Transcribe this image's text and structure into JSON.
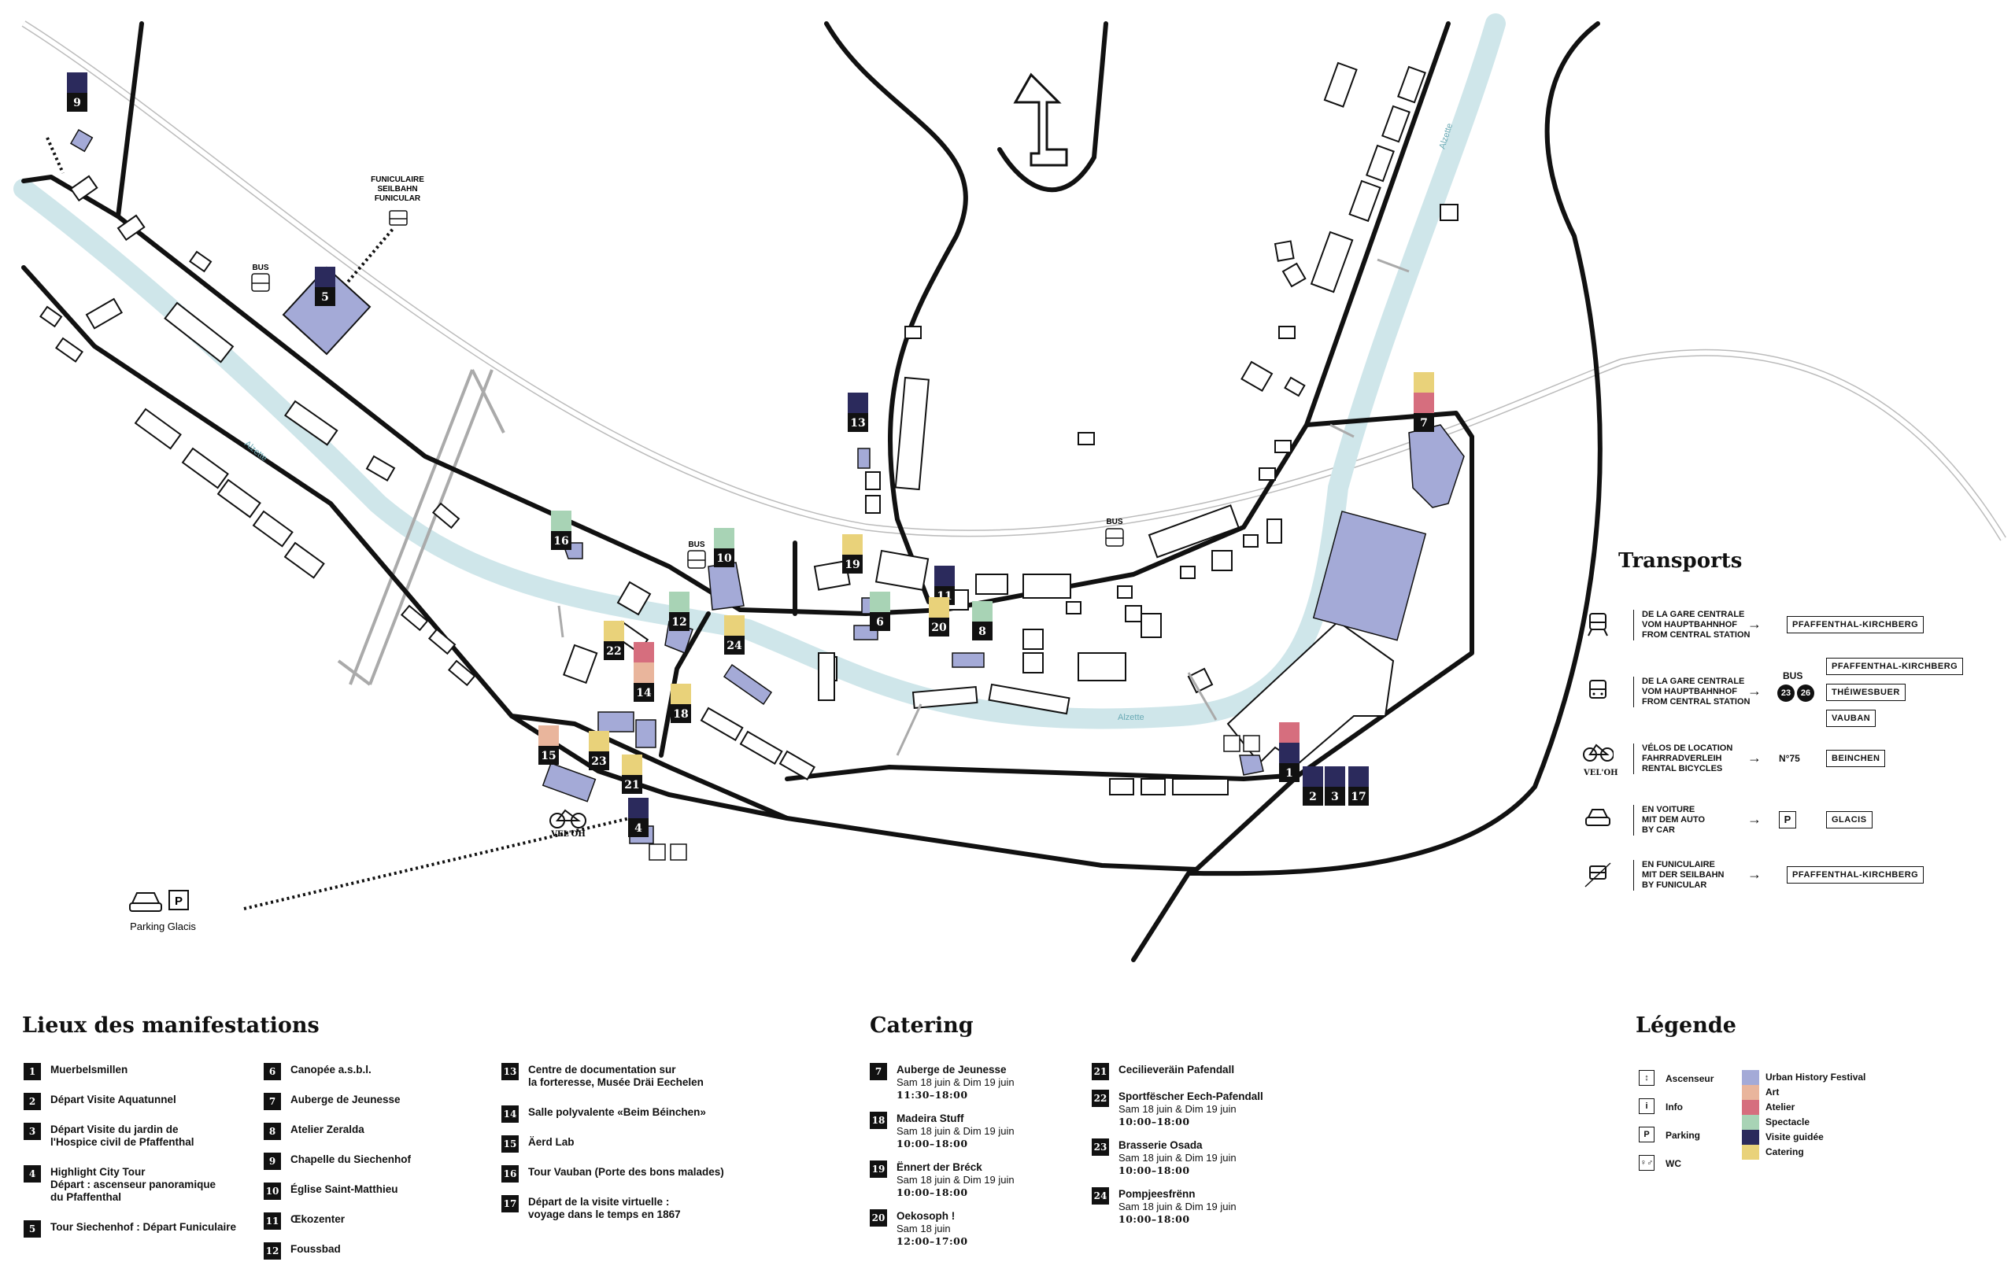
{
  "colors": {
    "urban_history_festival": "#a4aad7",
    "art": "#e9b59c",
    "atelier": "#d66e7e",
    "spectacle": "#a8d3b5",
    "visite_guidee": "#2b2a5c",
    "catering": "#e9d27a",
    "river": "#cfe6ea"
  },
  "map": {
    "funicular_label": "FUNICULAIRE\nSEILBAHN\nFUNICULAR",
    "bus_label": "BUS",
    "river_label": "Alzette",
    "velooh_label": "VEL'OH",
    "parking_label": "Parking Glacis",
    "parking_letter": "P",
    "markers": [
      {
        "number": "9",
        "colors": [
          "visite_guidee"
        ]
      },
      {
        "number": "5",
        "colors": [
          "visite_guidee"
        ]
      },
      {
        "number": "13",
        "colors": [
          "visite_guidee"
        ]
      },
      {
        "number": "7",
        "colors": [
          "catering",
          "atelier"
        ]
      },
      {
        "number": "16",
        "colors": [
          "spectacle"
        ]
      },
      {
        "number": "10",
        "colors": [
          "spectacle"
        ]
      },
      {
        "number": "19",
        "colors": [
          "catering"
        ]
      },
      {
        "number": "11",
        "colors": [
          "visite_guidee"
        ]
      },
      {
        "number": "12",
        "colors": [
          "spectacle"
        ]
      },
      {
        "number": "6",
        "colors": [
          "spectacle"
        ]
      },
      {
        "number": "20",
        "colors": [
          "catering"
        ]
      },
      {
        "number": "8",
        "colors": [
          "spectacle"
        ]
      },
      {
        "number": "24",
        "colors": [
          "catering"
        ]
      },
      {
        "number": "22",
        "colors": [
          "catering"
        ]
      },
      {
        "number": "14",
        "colors": [
          "atelier",
          "art"
        ]
      },
      {
        "number": "18",
        "colors": [
          "catering"
        ]
      },
      {
        "number": "15",
        "colors": [
          "art"
        ]
      },
      {
        "number": "23",
        "colors": [
          "catering"
        ]
      },
      {
        "number": "21",
        "colors": [
          "catering"
        ]
      },
      {
        "number": "4",
        "colors": [
          "visite_guidee"
        ]
      },
      {
        "number": "1",
        "colors": [
          "atelier",
          "visite_guidee"
        ]
      },
      {
        "number": "2",
        "colors": [
          "visite_guidee"
        ]
      },
      {
        "number": "3",
        "colors": [
          "visite_guidee"
        ]
      },
      {
        "number": "17",
        "colors": [
          "visite_guidee"
        ]
      }
    ]
  },
  "venues": {
    "title": "Lieux des manifestations",
    "col1": [
      {
        "n": "1",
        "name": "Muerbelsmillen"
      },
      {
        "n": "2",
        "name": "Départ Visite Aquatunnel"
      },
      {
        "n": "3",
        "name": "Départ Visite du jardin de\nl'Hospice civil de Pfaffenthal"
      },
      {
        "n": "4",
        "name": "Highlight City Tour\nDépart : ascenseur panoramique\ndu Pfaffenthal"
      },
      {
        "n": "5",
        "name": "Tour Siechenhof : Départ Funiculaire"
      }
    ],
    "col2": [
      {
        "n": "6",
        "name": "Canopée a.s.b.l."
      },
      {
        "n": "7",
        "name": "Auberge de Jeunesse"
      },
      {
        "n": "8",
        "name": "Atelier Zeralda"
      },
      {
        "n": "9",
        "name": "Chapelle du Siechenhof"
      },
      {
        "n": "10",
        "name": "Église Saint-Matthieu"
      },
      {
        "n": "11",
        "name": "Œkozenter"
      },
      {
        "n": "12",
        "name": "Foussbad"
      }
    ],
    "col3": [
      {
        "n": "13",
        "name": "Centre de documentation sur\nla forteresse, Musée Dräi Eechelen"
      },
      {
        "n": "14",
        "name": "Salle polyvalente «Beim Béinchen»"
      },
      {
        "n": "15",
        "name": "Äerd Lab"
      },
      {
        "n": "16",
        "name": "Tour Vauban (Porte des bons malades)"
      },
      {
        "n": "17",
        "name": "Départ de la visite virtuelle :\nvoyage dans le temps en 1867"
      }
    ]
  },
  "catering": {
    "title": "Catering",
    "col1": [
      {
        "n": "7",
        "name": "Auberge de Jeunesse",
        "dates": "Sam 18 juin & Dim 19 juin",
        "hours": "11:30–18:00"
      },
      {
        "n": "18",
        "name": "Madeira Stuff",
        "dates": "Sam 18 juin & Dim 19 juin",
        "hours": "10:00–18:00"
      },
      {
        "n": "19",
        "name": "Ënnert der Bréck",
        "dates": "Sam 18 juin & Dim 19 juin",
        "hours": "10:00–18:00"
      },
      {
        "n": "20",
        "name": "Oekosoph !",
        "dates": "Sam 18 juin",
        "hours": "12:00–17:00"
      }
    ],
    "col2": [
      {
        "n": "21",
        "name": "Cecilieveräin Pafendall",
        "dates": "",
        "hours": ""
      },
      {
        "n": "22",
        "name": "Sportfëscher Eech-Pafendall",
        "dates": "Sam 18 juin & Dim 19 juin",
        "hours": "10:00–18:00"
      },
      {
        "n": "23",
        "name": "Brasserie Osada",
        "dates": "Sam 18 juin & Dim 19 juin",
        "hours": "10:00–18:00"
      },
      {
        "n": "24",
        "name": "Pompjeesfrënn",
        "dates": "Sam 18 juin & Dim 19 juin",
        "hours": "10:00–18:00"
      }
    ]
  },
  "legend": {
    "title": "Légende",
    "icons": [
      {
        "glyph": "↕",
        "label": "Ascenseur"
      },
      {
        "glyph": "i",
        "label": "Info"
      },
      {
        "glyph": "P",
        "label": "Parking"
      },
      {
        "glyph": "♀♂",
        "label": "WC"
      }
    ],
    "categories": [
      {
        "key": "urban_history_festival",
        "label": "Urban History Festival"
      },
      {
        "key": "art",
        "label": "Art"
      },
      {
        "key": "atelier",
        "label": "Atelier"
      },
      {
        "key": "spectacle",
        "label": "Spectacle"
      },
      {
        "key": "visite_guidee",
        "label": "Visite guidée"
      },
      {
        "key": "catering",
        "label": "Catering"
      }
    ]
  },
  "transports": {
    "title": "Transports",
    "rows": [
      {
        "label": "DE LA GARE CENTRALE\nVOM HAUPTBAHNHOF\nFROM CENTRAL STATION",
        "via": "",
        "destinations": [
          "PFAFFENTHAL-KIRCHBERG"
        ],
        "icon": "train-icon"
      },
      {
        "label": "DE LA GARE CENTRALE\nVOM HAUPTBAHNHOF\nFROM CENTRAL STATION",
        "via": "BUS",
        "bus_numbers": [
          "23",
          "26"
        ],
        "destinations": [
          "PFAFFENTHAL-KIRCHBERG",
          "THÉIWESBUER",
          "VAUBAN"
        ],
        "icon": "bus-icon"
      },
      {
        "label": "VÉLOS DE LOCATION\nFAHRRADVERLEIH\nRENTAL BICYCLES",
        "via": "N°75",
        "destinations": [
          "BEINCHEN"
        ],
        "icon": "bicycle-icon",
        "icon_text": "VEL'OH"
      },
      {
        "label": "EN VOITURE\nMIT DEM AUTO\nBY CAR",
        "via": "P",
        "destinations": [
          "GLACIS"
        ],
        "icon": "car-icon"
      },
      {
        "label": "EN FUNICULAIRE\nMIT DER SEILBAHN\nBY FUNICULAR",
        "via": "",
        "destinations": [
          "PFAFFENTHAL-KIRCHBERG"
        ],
        "icon": "funicular-icon"
      }
    ]
  }
}
